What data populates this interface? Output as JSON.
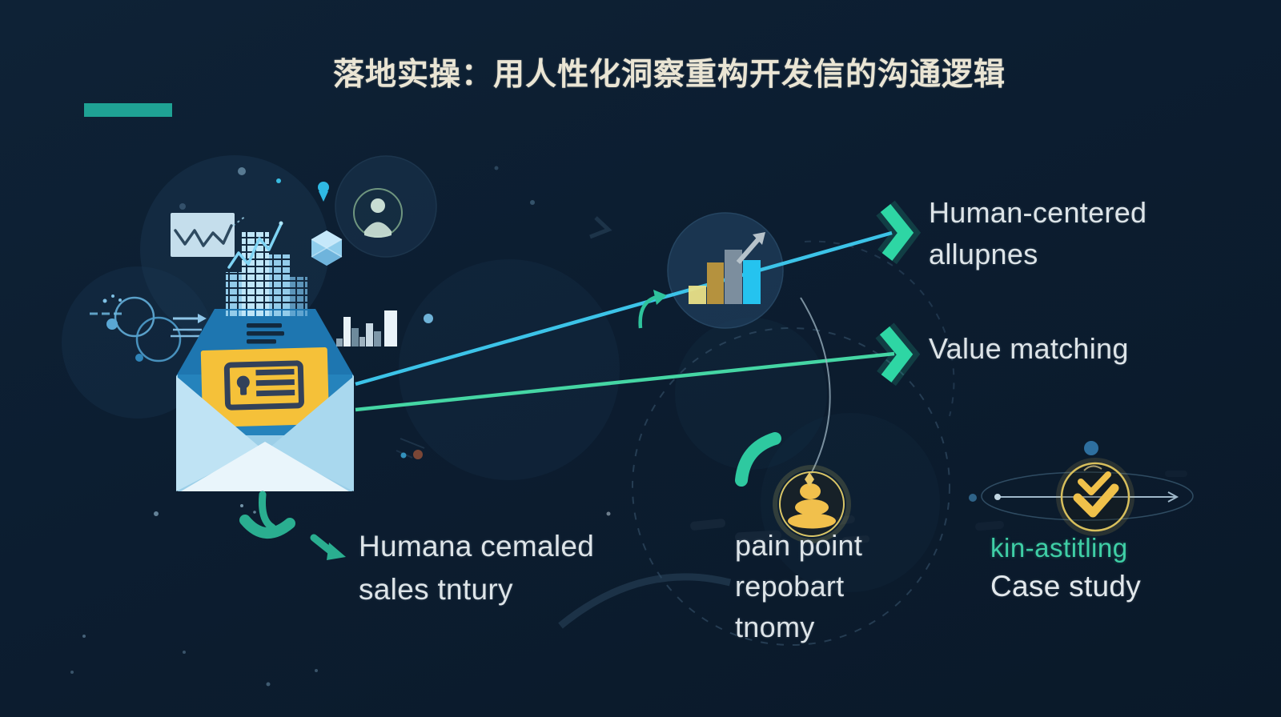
{
  "title": "落地实操：用人性化洞察重构开发信的沟通逻辑",
  "labels": {
    "outcome_top": {
      "line1": "Human-centered",
      "line2": "allupnes"
    },
    "outcome_bottom": {
      "line1": "Value matching"
    },
    "source": {
      "line1": "Humana cemaled",
      "line2": "sales tntury"
    },
    "pain": {
      "line1": "pain point",
      "line2": "repobart",
      "line3": "tnomy"
    },
    "case": {
      "line1": "kin-astitling",
      "line2": "Case study"
    }
  },
  "icons": {
    "envelope": "open-envelope-with-id-card",
    "growth": "bar-chart-up-arrow",
    "stones": "stacked-stones",
    "orbit": "double-check-orbit",
    "chart_box": "line-chart-panel",
    "avatar": "person-avatar-circle",
    "gem": "gem-polygon",
    "mini_bars": "mini-bar-chart",
    "process": "process-circles-arrow",
    "arrowheads": "teal-arrowhead"
  },
  "colors": {
    "background": "#0c1d30",
    "title": "#eae5d4",
    "text": "#dde4e8",
    "accent_bar": "#1fa294",
    "teal": "#2ed6a4",
    "cyan_line": "#3cc3e8",
    "green_line": "#45d6a4",
    "gold": "#f0c14a",
    "envelope_yellow": "#f5c139",
    "envelope_blue": "#2583bc",
    "case_highlight": "#3fcfa6"
  }
}
